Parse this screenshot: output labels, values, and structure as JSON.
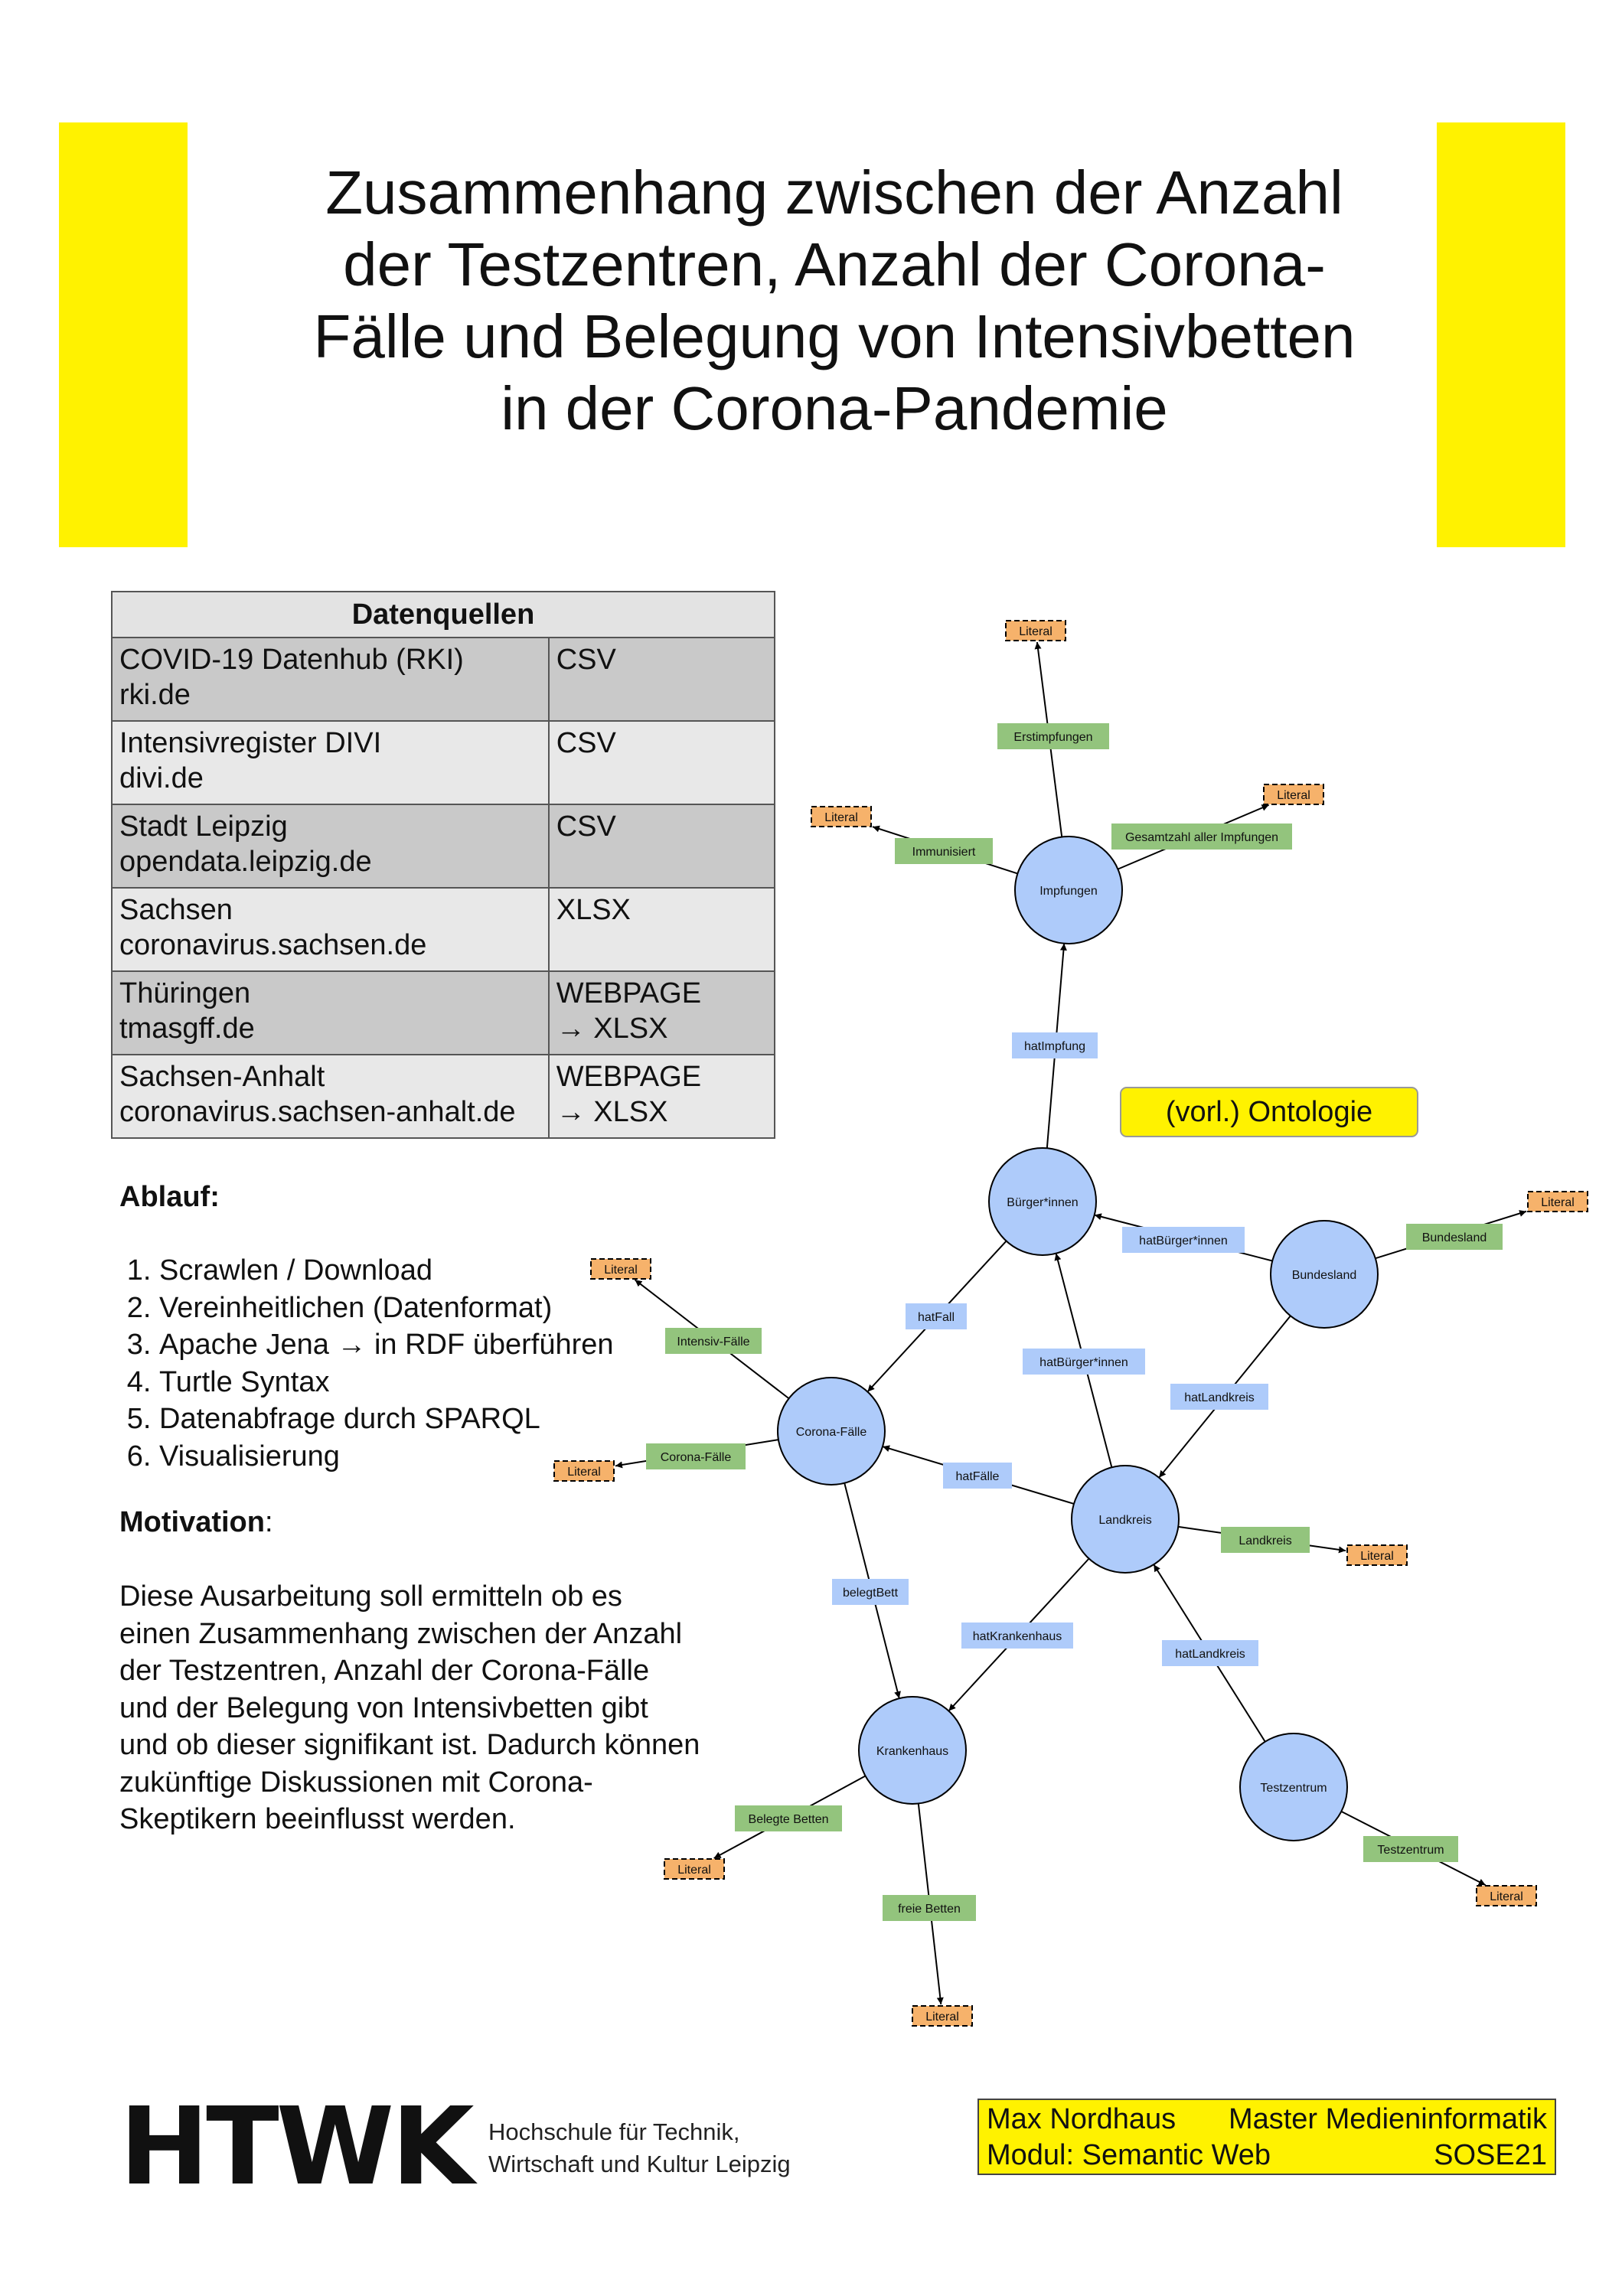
{
  "title_lines": [
    "Zusammenhang zwischen der Anzahl",
    "der Testzentren, Anzahl der Corona-",
    "Fälle und Belegung von Intensivbetten",
    "in der Corona-Pandemie"
  ],
  "sources": {
    "header": "Datenquellen",
    "rows": [
      {
        "name": "COVID-19 Datenhub (RKI)",
        "site": "rki.de",
        "format": "CSV",
        "format2": ""
      },
      {
        "name": "Intensivregister DIVI",
        "site": "divi.de",
        "format": "CSV",
        "format2": ""
      },
      {
        "name": "Stadt Leipzig",
        "site": "opendata.leipzig.de",
        "format": "CSV",
        "format2": ""
      },
      {
        "name": "Sachsen",
        "site": "coronavirus.sachsen.de",
        "format": "XLSX",
        "format2": ""
      },
      {
        "name": "Thüringen",
        "site": "tmasgff.de",
        "format": "WEBPAGE",
        "format2": "→ XLSX"
      },
      {
        "name": "Sachsen-Anhalt",
        "site": "coronavirus.sachsen-anhalt.de",
        "format": "WEBPAGE",
        "format2": "→ XLSX"
      }
    ]
  },
  "ablauf": {
    "heading": "Ablauf:",
    "steps": [
      "Scrawlen / Download",
      "Vereinheitlichen (Datenformat)",
      "Apache Jena → in RDF überführen",
      "Turtle Syntax",
      "Datenabfrage durch SPARQL",
      "Visualisierung"
    ]
  },
  "motivation": {
    "heading": "Motivation",
    "colon": ":",
    "text": "Diese Ausarbeitung soll ermitteln ob es einen Zusammenhang zwischen der Anzahl der Testzentren, Anzahl der Corona-Fälle und der Belegung von Intensivbetten gibt und ob dieser signifikant ist. Dadurch können zukünftige Diskussionen mit Corona-Skeptikern beeinflusst werden."
  },
  "ontology_label": "(vorl.) Ontologie",
  "diagram": {
    "nodes": {
      "impfungen": "Impfungen",
      "buerger": "Bürger*innen",
      "bundesland": "Bundesland",
      "coronafaelle": "Corona-Fälle",
      "landkreis": "Landkreis",
      "krankenhaus": "Krankenhaus",
      "testzentrum": "Testzentrum"
    },
    "literal": "Literal",
    "props": {
      "erstimpfungen": "Erstimpfungen",
      "immunisiert": "Immunisiert",
      "gesamtzahl": "Gesamtzahl aller Impfungen",
      "bundesland": "Bundesland",
      "intensiv": "Intensiv-Fälle",
      "coronafaelle": "Corona-Fälle",
      "landkreis": "Landkreis",
      "belegte": "Belegte Betten",
      "freie": "freie Betten",
      "testzentrum": "Testzentrum"
    },
    "rels": {
      "hatImpfung": "hatImpfung",
      "hatBuerger1": "hatBürger*innen",
      "hatBuerger2": "hatBürger*innen",
      "hatFall": "hatFall",
      "hatLandkreis1": "hatLandkreis",
      "hatFaelle": "hatFälle",
      "belegtBett": "belegtBett",
      "hatKrankenhaus": "hatKrankenhaus",
      "hatLandkreis2": "hatLandkreis"
    }
  },
  "footer": {
    "logo": "HTWK",
    "institution_line1": "Hochschule für Technik,",
    "institution_line2": "Wirtschaft und Kultur Leipzig",
    "author": "Max Nordhaus",
    "program": "Master Medieninformatik",
    "module": "Modul: Semantic Web",
    "semester": "SOSE21"
  },
  "colors": {
    "accent_yellow": "#fff200",
    "node_blue": "#aecbfa",
    "property_green": "#93c47d",
    "literal_orange": "#f6b26b"
  }
}
